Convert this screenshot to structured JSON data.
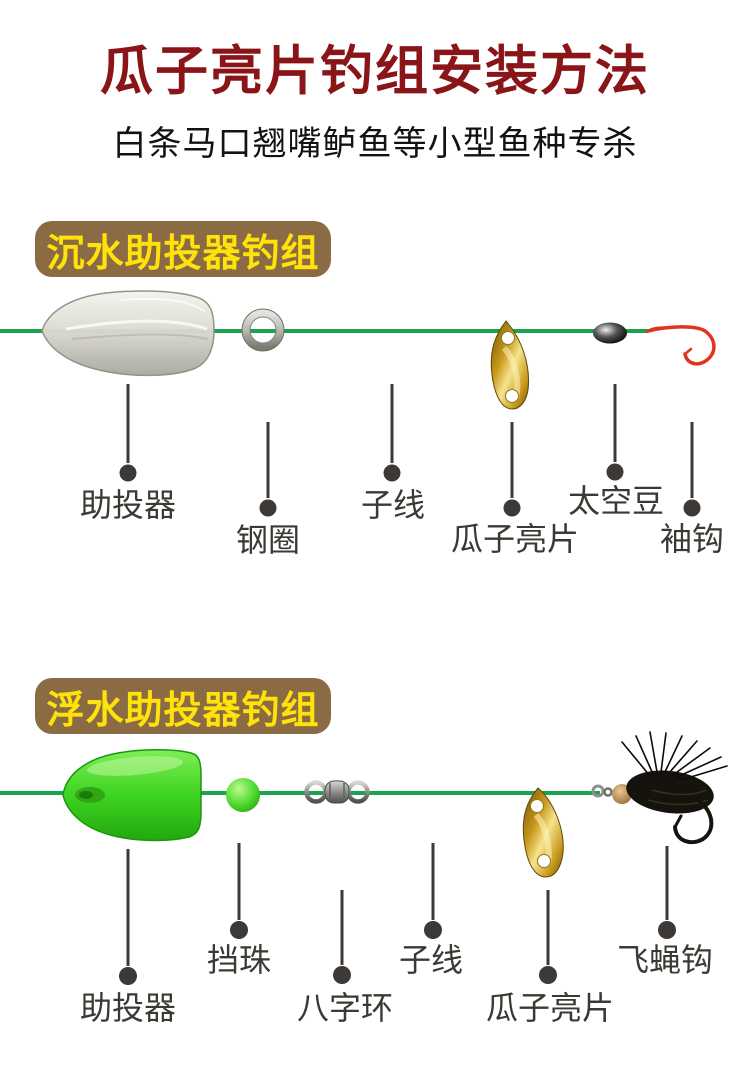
{
  "title": "瓜子亮片钓组安装方法",
  "subtitle": "白条马口翘嘴鲈鱼等小型鱼种专杀",
  "section1": {
    "badge": "沉水助投器钓组",
    "labels": {
      "casting_weight": "助投器",
      "steel_ring": "钢圈",
      "sub_line": "子线",
      "spoon": "瓜子亮片",
      "space_bean": "太空豆",
      "sleeve_hook": "袖钩"
    }
  },
  "section2": {
    "badge": "浮水助投器钓组",
    "labels": {
      "casting_float": "助投器",
      "stop_bead": "挡珠",
      "swivel": "八字环",
      "sub_line": "子线",
      "spoon": "瓜子亮片",
      "fly_hook": "飞蝇钩"
    }
  },
  "colors": {
    "title_red": "#8a1518",
    "subtitle_black": "#121212",
    "badge_brown": "#8b6b43",
    "badge_text_yellow": "#ffe20a",
    "fishing_line_green": "#18a34d",
    "label_gray": "#3c3833",
    "hook_red": "#e0341f",
    "float_green": "#3ed321",
    "spoon_gold": "#c9981c"
  }
}
